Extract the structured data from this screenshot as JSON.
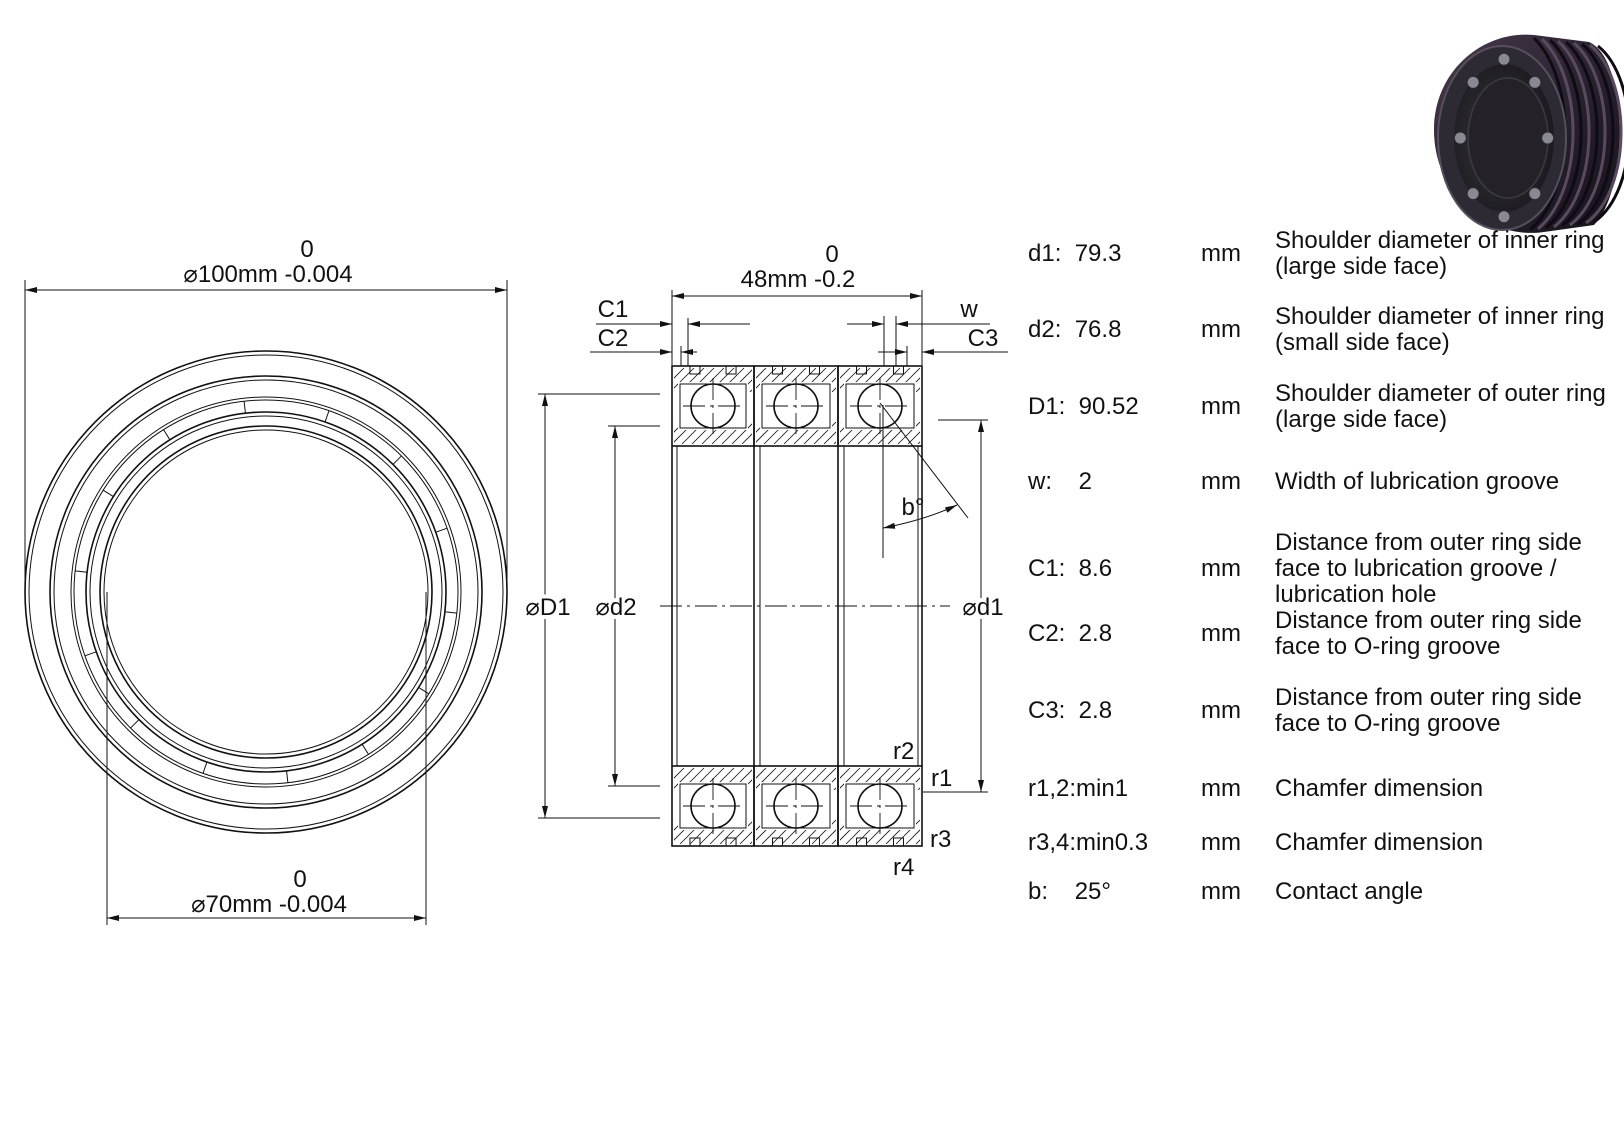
{
  "front_view": {
    "outer_dim": {
      "upper": "0",
      "label": "⌀100mm -0.004"
    },
    "inner_dim": {
      "upper": "0",
      "label": "⌀70mm -0.004"
    }
  },
  "section_view": {
    "width_dim": {
      "upper": "0",
      "label": "48mm -0.2"
    },
    "labels": {
      "c1": "C1",
      "c2": "C2",
      "w": "w",
      "c3": "C3",
      "D1": "⌀D1",
      "d2": "⌀d2",
      "d1": "⌀d1",
      "b": "b°",
      "r1": "r1",
      "r2": "r2",
      "r3": "r3",
      "r4": "r4"
    }
  },
  "specs": [
    {
      "key": "d1:  79.3",
      "unit": "mm",
      "desc": "Shoulder diameter of inner ring (large side face)"
    },
    {
      "key": "d2:  76.8",
      "unit": "mm",
      "desc": "Shoulder diameter of inner ring (small side face)"
    },
    {
      "key": "D1:  90.52",
      "unit": "mm",
      "desc": "Shoulder diameter of outer ring (large side face)"
    },
    {
      "key": "w:    2",
      "unit": "mm",
      "desc": "Width of lubrication groove"
    },
    {
      "key": "C1:  8.6",
      "unit": "mm",
      "desc": "Distance from outer ring side face to lubrication groove / lubrication hole"
    },
    {
      "key": "C2:  2.8",
      "unit": "mm",
      "desc": "Distance from outer ring side face to O-ring groove"
    },
    {
      "key": "C3:  2.8",
      "unit": "mm",
      "desc": "Distance from outer ring side face to O-ring groove"
    },
    {
      "key": "r1,2:min1",
      "unit": "mm",
      "desc": "Chamfer dimension"
    },
    {
      "key": "r3,4:min0.3",
      "unit": "mm",
      "desc": "Chamfer dimension"
    },
    {
      "key": "b:    25°",
      "unit": "mm",
      "desc": "Contact angle"
    }
  ]
}
